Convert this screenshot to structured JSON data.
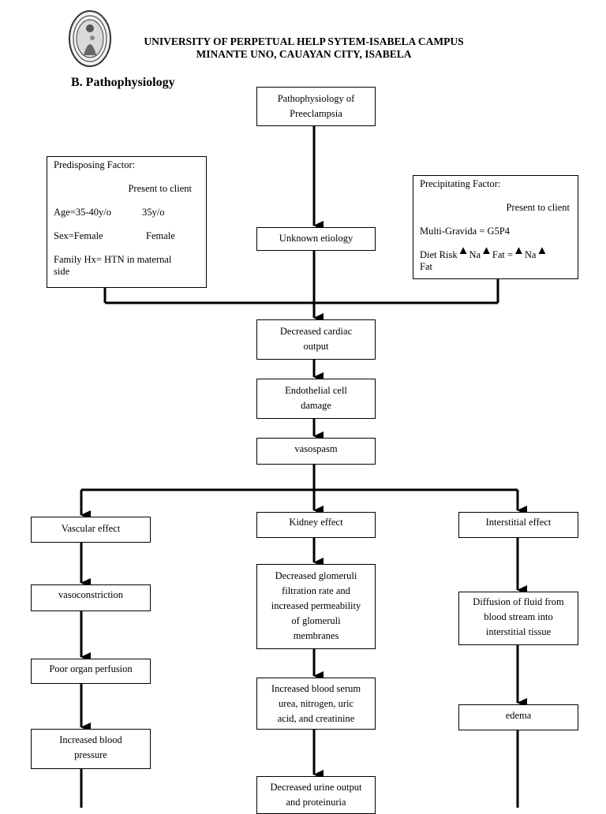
{
  "header": {
    "line1": "UNIVERSITY OF PERPETUAL HELP SYTEM-ISABELA CAMPUS",
    "line2": "MINANTE UNO, CAUAYAN CITY, ISABELA"
  },
  "section_title": "B. Pathophysiology",
  "top_box": {
    "line1": "Pathophysiology of",
    "line2": "Preeclampsia"
  },
  "predisposing": {
    "title": "Predisposing Factor:",
    "present": "Present to client",
    "age_label": "Age=35-40y/o",
    "age_value": "35y/o",
    "sex_label": "Sex=Female",
    "sex_value": "Female",
    "family_line1": "Family Hx= HTN in maternal",
    "family_line2": "side"
  },
  "precipitating": {
    "title": "Precipitating Factor:",
    "present": "Present to client",
    "multi": "Multi-Gravida = G5P4",
    "diet_prefix": "Diet Risk",
    "na1": "Na",
    "fat1": "Fat =",
    "na2": "Na",
    "fat2": "Fat"
  },
  "nodes": {
    "unknown": "Unknown etiology",
    "cardiac1": "Decreased cardiac",
    "cardiac2": "output",
    "endo1": "Endothelial cell",
    "endo2": "damage",
    "vasospasm": "vasospasm",
    "vascular": "Vascular effect",
    "kidney": "Kidney effect",
    "interstitial": "Interstitial effect",
    "vasoconstriction": "vasoconstriction",
    "poor": "Poor organ perfusion",
    "bp1": "Increased blood",
    "bp2": "pressure",
    "gfr1": "Decreased glomeruli",
    "gfr2": "filtration rate and",
    "gfr3": "increased permeability",
    "gfr4": "of glomeruli",
    "gfr5": "membranes",
    "serum1": "Increased blood serum",
    "serum2": "urea, nitrogen, uric",
    "serum3": "acid, and creatinine",
    "urine1": "Decreased urine output",
    "urine2": "and proteinuria",
    "diff1": "Diffusion of fluid from",
    "diff2": "blood stream into",
    "diff3": "interstitial tissue",
    "edema": "edema"
  }
}
